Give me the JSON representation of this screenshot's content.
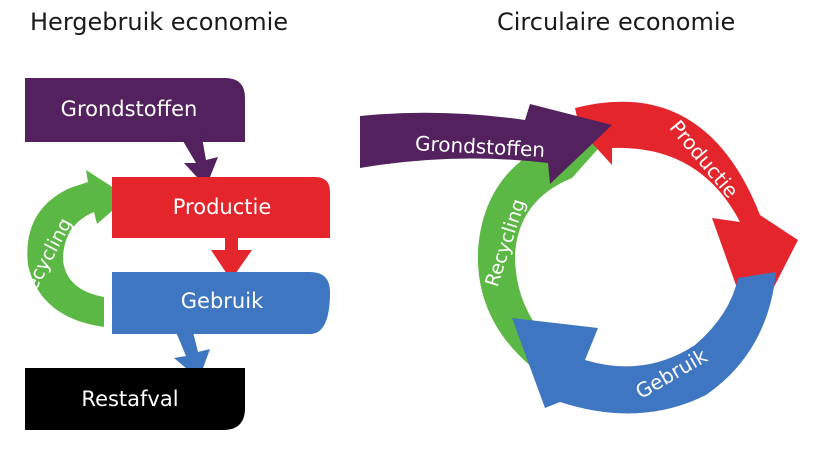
{
  "left": {
    "title": "Hergebruik economie",
    "grondstoffen": "Grondstoffen",
    "productie": "Productie",
    "gebruik": "Gebruik",
    "restafval": "Restafval",
    "recycling": "Recycling"
  },
  "right": {
    "title": "Circulaire economie",
    "grondstoffen": "Grondstoffen",
    "productie": "Productie",
    "gebruik": "Gebruik",
    "recycling": "Recycling"
  },
  "colors": {
    "purple": "#52215e",
    "red": "#e5252c",
    "blue": "#3f76c2",
    "green": "#5cb845",
    "black": "#000000"
  }
}
